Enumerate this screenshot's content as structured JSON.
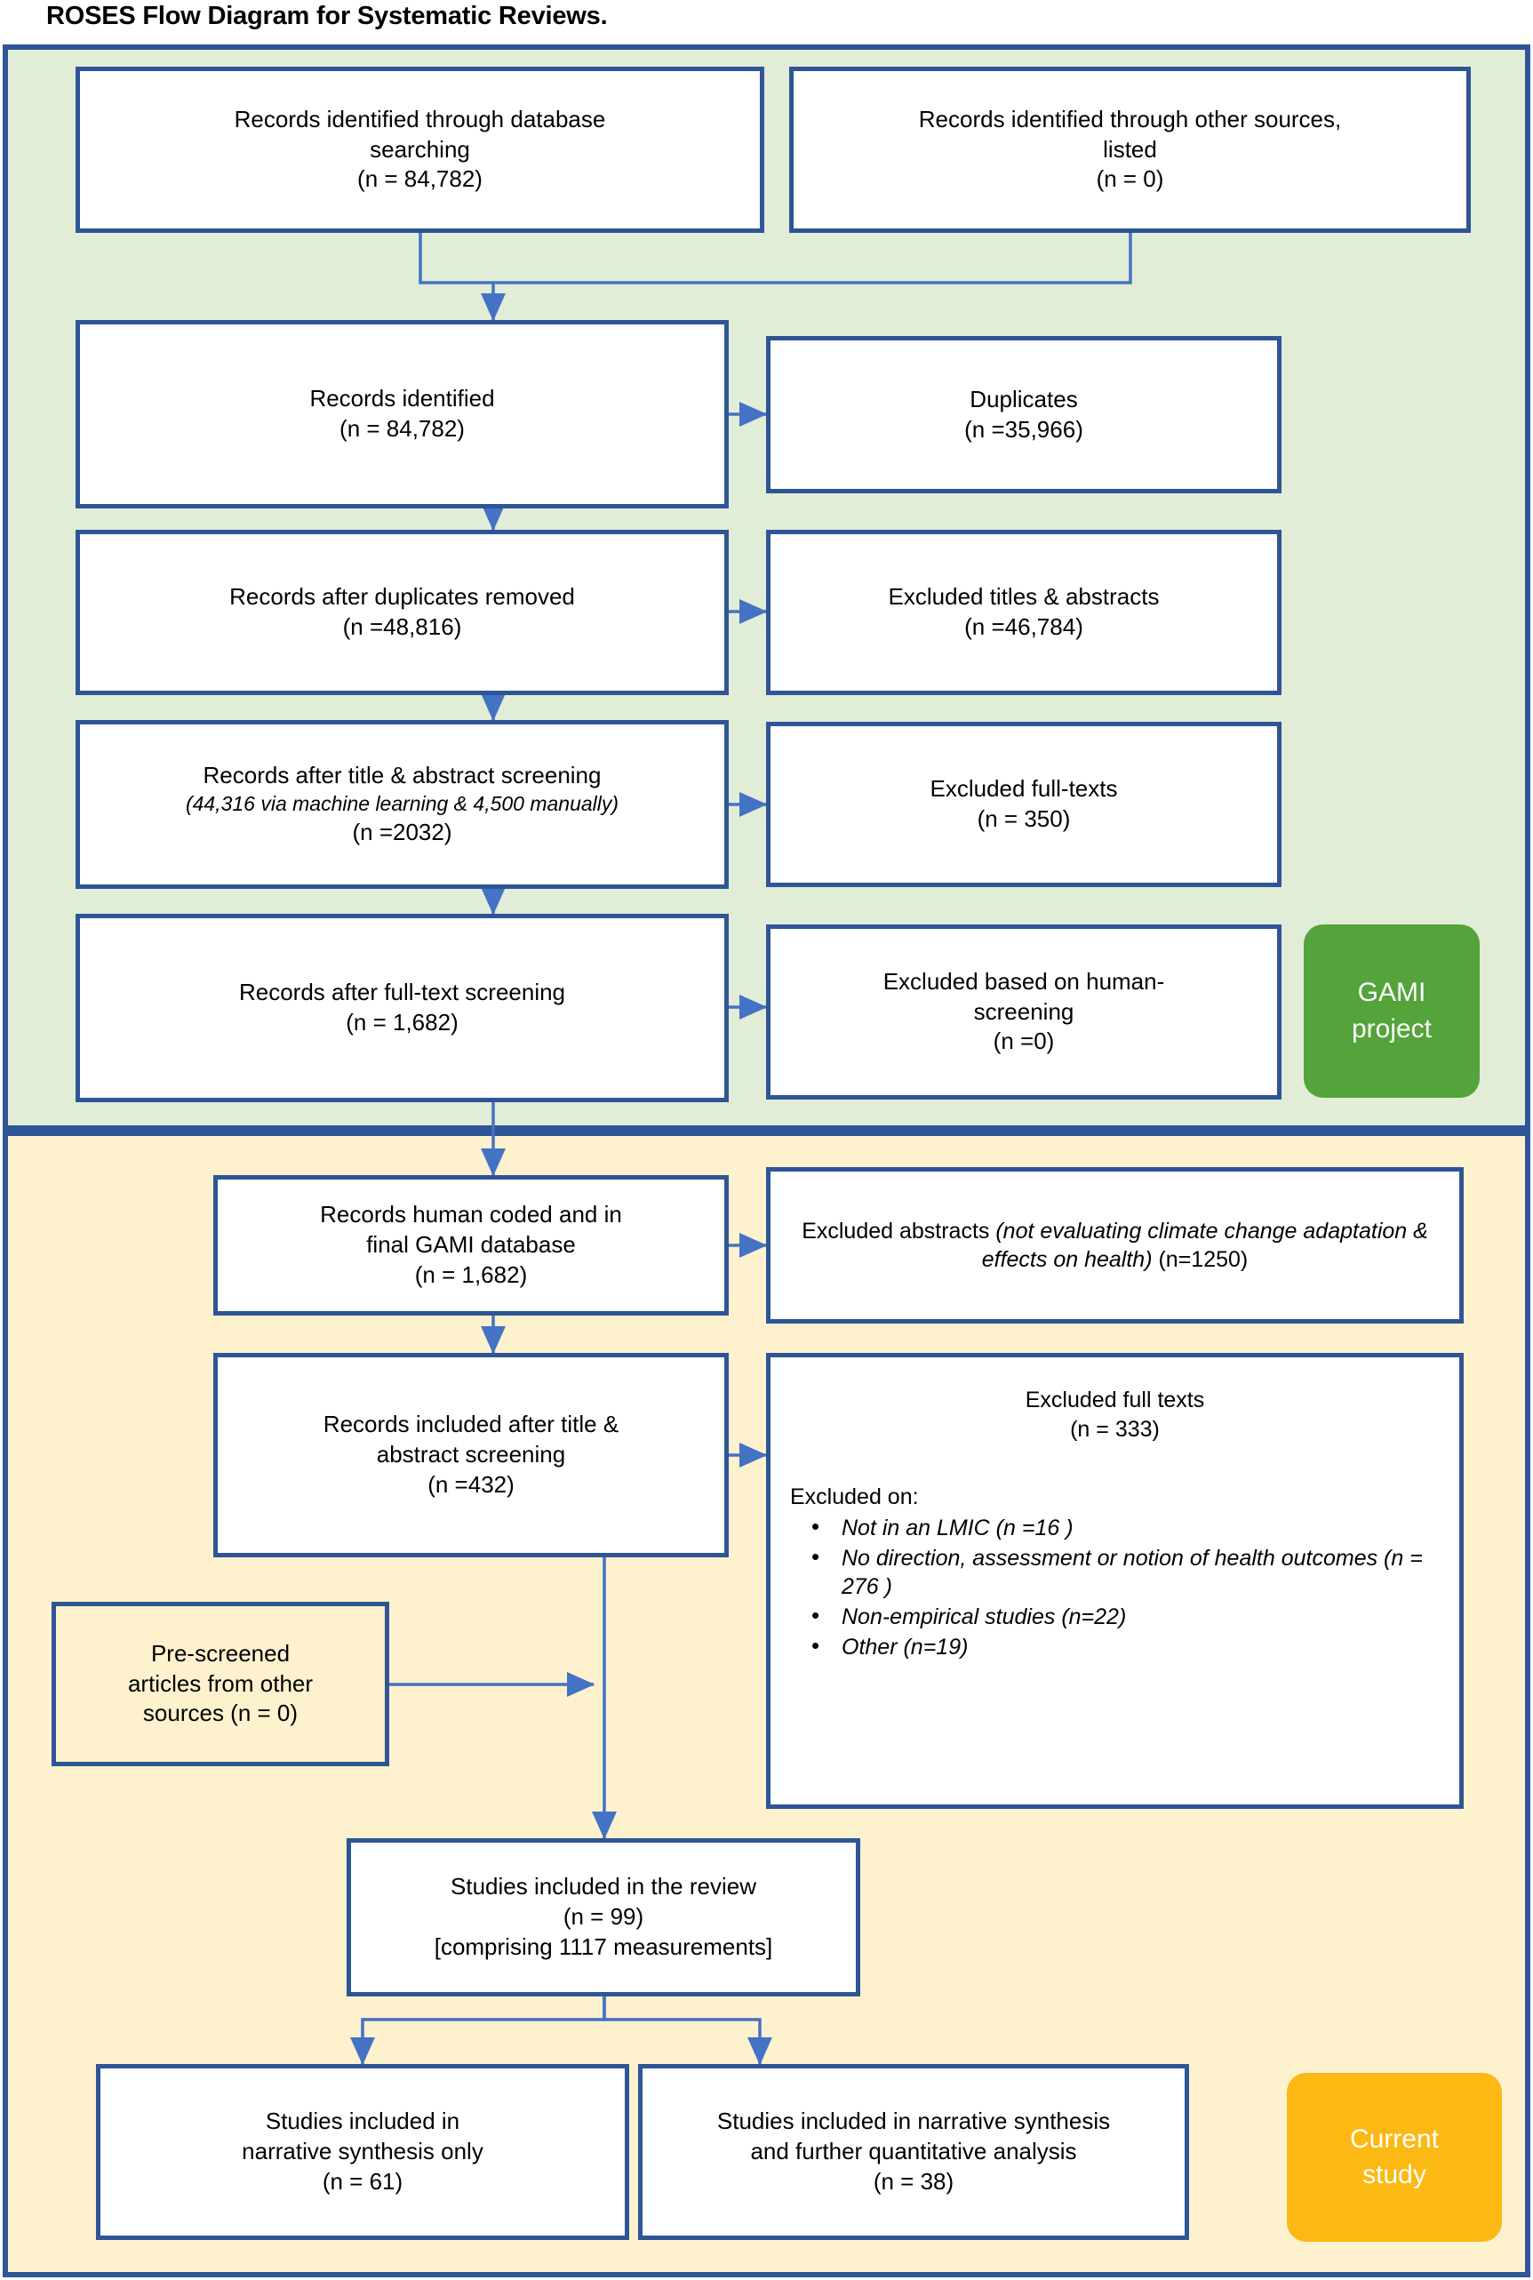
{
  "title": "ROSES Flow Diagram for Systematic Reviews.",
  "colors": {
    "border_blue": "#2E5596",
    "arrow_blue": "#4472C4",
    "panel_green": "#E2EDD7",
    "panel_yellow": "#FDF1CE",
    "tag_green": "#54A33B",
    "tag_yellow": "#FCB813"
  },
  "sections": {
    "gami": {
      "tag_line1": "GAMI",
      "tag_line2": "project"
    },
    "current": {
      "tag_line1": "Current",
      "tag_line2": "study"
    }
  },
  "boxes": {
    "db_search": {
      "l1": "Records identified through database",
      "l2": "searching",
      "l3": "(n = 84,782)"
    },
    "other_sources": {
      "l1": "Records identified through other sources,",
      "l2": "listed",
      "l3": "(n = 0)"
    },
    "records_identified": {
      "l1": "Records identified",
      "l2": "(n = 84,782)"
    },
    "duplicates": {
      "l1": "Duplicates",
      "l2": "(n =35,966)"
    },
    "after_dupes": {
      "l1": "Records after duplicates removed",
      "l2": "(n =48,816)"
    },
    "excl_titles": {
      "l1": "Excluded titles & abstracts",
      "l2": "(n =46,784)"
    },
    "after_ta": {
      "l1": "Records after title & abstract screening",
      "l2": "(44,316 via machine learning & 4,500 manually)",
      "l3": "(n =2032)"
    },
    "excl_fulltexts": {
      "l1": "Excluded full-texts",
      "l2": "(n = 350)"
    },
    "after_ft": {
      "l1": "Records after full-text screening",
      "l2": "(n = 1,682)"
    },
    "excl_human": {
      "l1": "Excluded based on human-",
      "l2": "screening",
      "l3": "(n =0)"
    },
    "human_coded": {
      "l1": "Records human coded and in",
      "l2": "final GAMI database",
      "l3": "(n = 1,682)"
    },
    "excl_abstracts": {
      "p1": "Excluded abstracts ",
      "p2": "(not evaluating climate change adaptation & effects on health)",
      "p3": " (n=1250)"
    },
    "included_ta": {
      "l1": "Records included after title &",
      "l2": "abstract screening",
      "l3": "(n =432)"
    },
    "excl_full_texts_detail": {
      "l1": "Excluded full texts",
      "l2": "(n = 333)",
      "heading": "Excluded on:",
      "bullets": [
        "Not in an LMIC (n =16 )",
        "No direction, assessment or notion of health outcomes (n = 276 )",
        "Non-empirical studies (n=22)",
        "Other (n=19)"
      ]
    },
    "prescreened": {
      "l1": "Pre-screened",
      "l2": "articles from other",
      "l3": "sources (n = 0)"
    },
    "studies_review": {
      "l1": "Studies included in the review",
      "l2": "(n = 99)",
      "l3": "[comprising 1117 measurements]"
    },
    "narrative_only": {
      "l1": "Studies included in",
      "l2": "narrative synthesis only",
      "l3": "(n = 61)"
    },
    "narrative_quant": {
      "l1": "Studies included in narrative synthesis",
      "l2": "and further quantitative analysis",
      "l3": "(n = 38)"
    }
  }
}
